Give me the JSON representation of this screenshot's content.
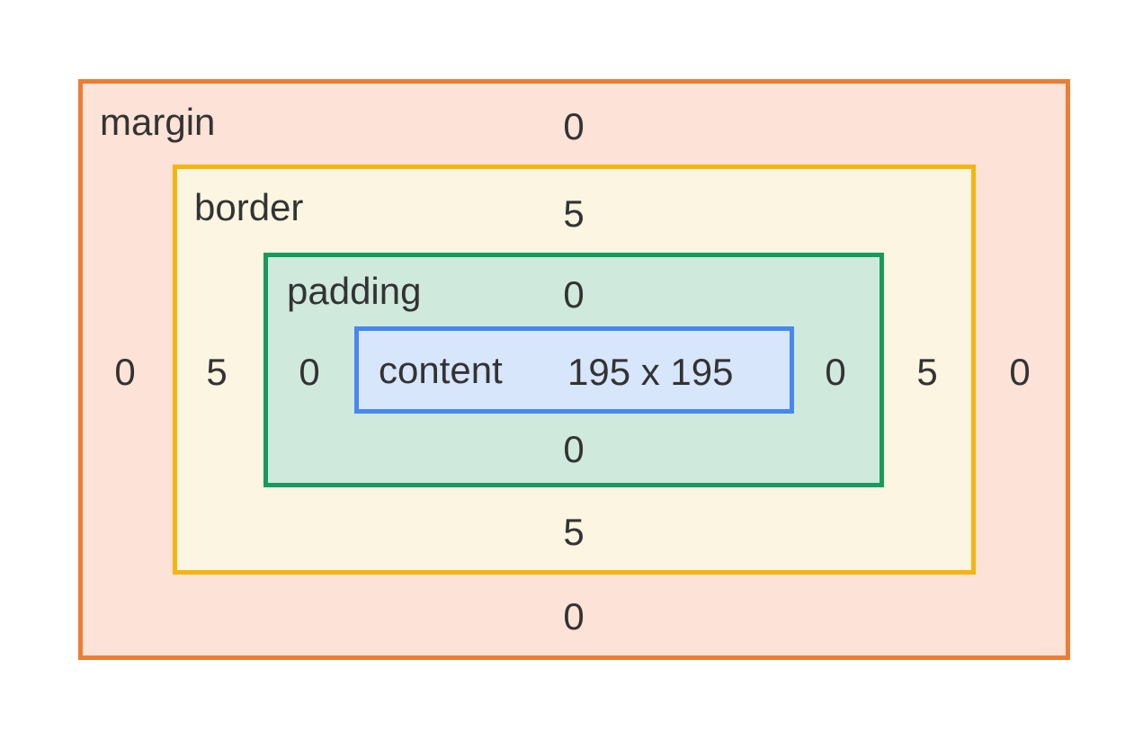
{
  "colors": {
    "margin_fill": "#fce2d7",
    "margin_stroke": "#ed7d35",
    "border_fill": "#fcf5e2",
    "border_stroke": "#f4b511",
    "padding_fill": "#cfe9dc",
    "padding_stroke": "#169b5a",
    "content_fill": "#d8e6fc",
    "content_stroke": "#4688f1",
    "text": "#333333"
  },
  "margin": {
    "label": "margin",
    "top": "0",
    "right": "0",
    "bottom": "0",
    "left": "0"
  },
  "border": {
    "label": "border",
    "top": "5",
    "right": "5",
    "bottom": "5",
    "left": "5"
  },
  "padding": {
    "label": "padding",
    "top": "0",
    "right": "0",
    "bottom": "0",
    "left": "0"
  },
  "content": {
    "label": "content",
    "size": "195 x 195"
  }
}
